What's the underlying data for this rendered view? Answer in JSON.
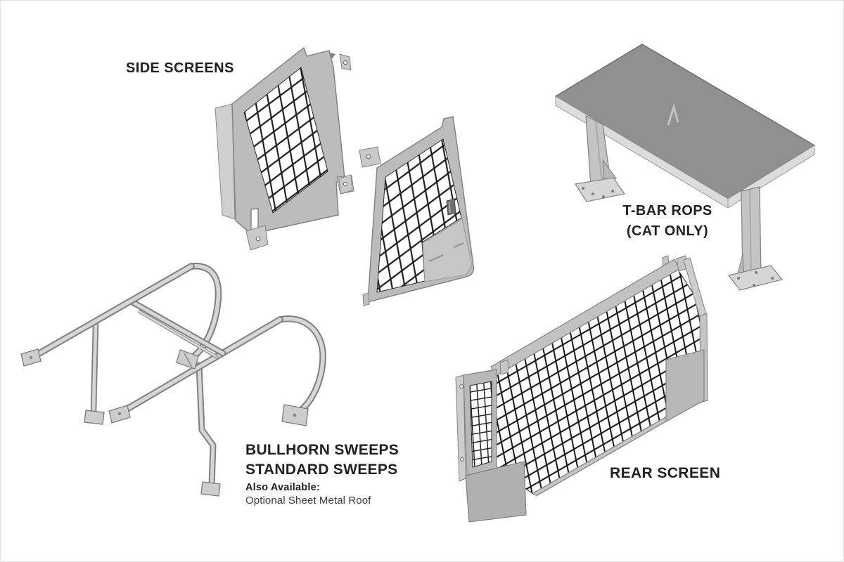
{
  "page": {
    "background": "#ffffff",
    "border": "#e3e3e3",
    "type": "product-attachments-diagram"
  },
  "products": {
    "side_screens": {
      "label": "SIDE SCREENS"
    },
    "t_bar_rops": {
      "label": "T-BAR ROPS",
      "sublabel": "(CAT ONLY)"
    },
    "sweeps": {
      "label_line1": "BULLHORN SWEEPS",
      "label_line2": "STANDARD SWEEPS",
      "note_heading": "Also Available:",
      "note": "Optional Sheet Metal Roof"
    },
    "rear_screen": {
      "label": "REAR SCREEN"
    }
  },
  "colors": {
    "text": "#231f20",
    "note_text": "#3b3b3b",
    "metal_light": "#d6d6d6",
    "metal_mid": "#bcbcbc",
    "metal_dark": "#909090",
    "outline": "#7f7f7f",
    "mesh_wire": "#1c1c1c",
    "background": "#ffffff"
  }
}
